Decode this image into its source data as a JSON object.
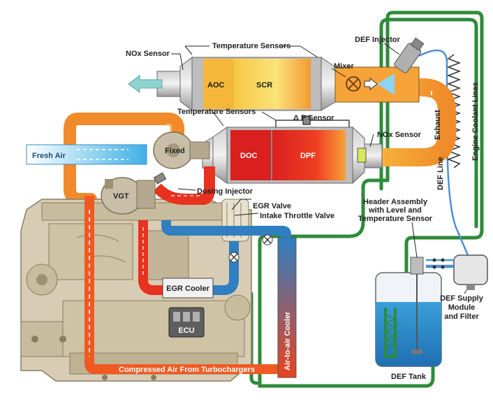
{
  "labels": {
    "nox_sensor_top": "NOx Sensor",
    "temp_sensors_top": "Temperature Sensors",
    "def_injector": "DEF Injector",
    "aoc": "AOC",
    "scr": "SCR",
    "mixer": "Mixer",
    "temp_sensors_mid": "Temperature Sensors",
    "dp_sensor": "Δ P Sensor",
    "nox_sensor_mid": "NOx Sensor",
    "exhaust": "Exhaust",
    "engine_coolant_lines": "Engine Coolant Lines",
    "def_line": "DEF Line",
    "fresh_air": "Fresh Air",
    "fixed": "Fixed",
    "vgt": "VGT",
    "doc": "DOC",
    "dpf": "DPF",
    "dosing_injector": "Dosing Injector",
    "egr_valve": "EGR Valve",
    "intake_throttle_valve": "Intake Throttle Valve",
    "header_assembly": [
      "Header Assembly",
      "with Level and",
      "Temperature Sensor"
    ],
    "egr_cooler": "EGR Cooler",
    "ecu": "ECU",
    "air_to_air_cooler": "Air-to-air Cooler",
    "compressed_air": "Compressed Air From Turbochargers",
    "def_tank": "DEF Tank",
    "def_supply": [
      "DEF Supply",
      "Module",
      "and Filter"
    ]
  },
  "colors": {
    "hot_red": "#e8311f",
    "orange": "#f08a2a",
    "yellow": "#f7c843",
    "blue": "#2f7fc1",
    "light_blue": "#4fb6e8",
    "green": "#2e8b3a",
    "engine_tan": "#d8cdb4"
  }
}
